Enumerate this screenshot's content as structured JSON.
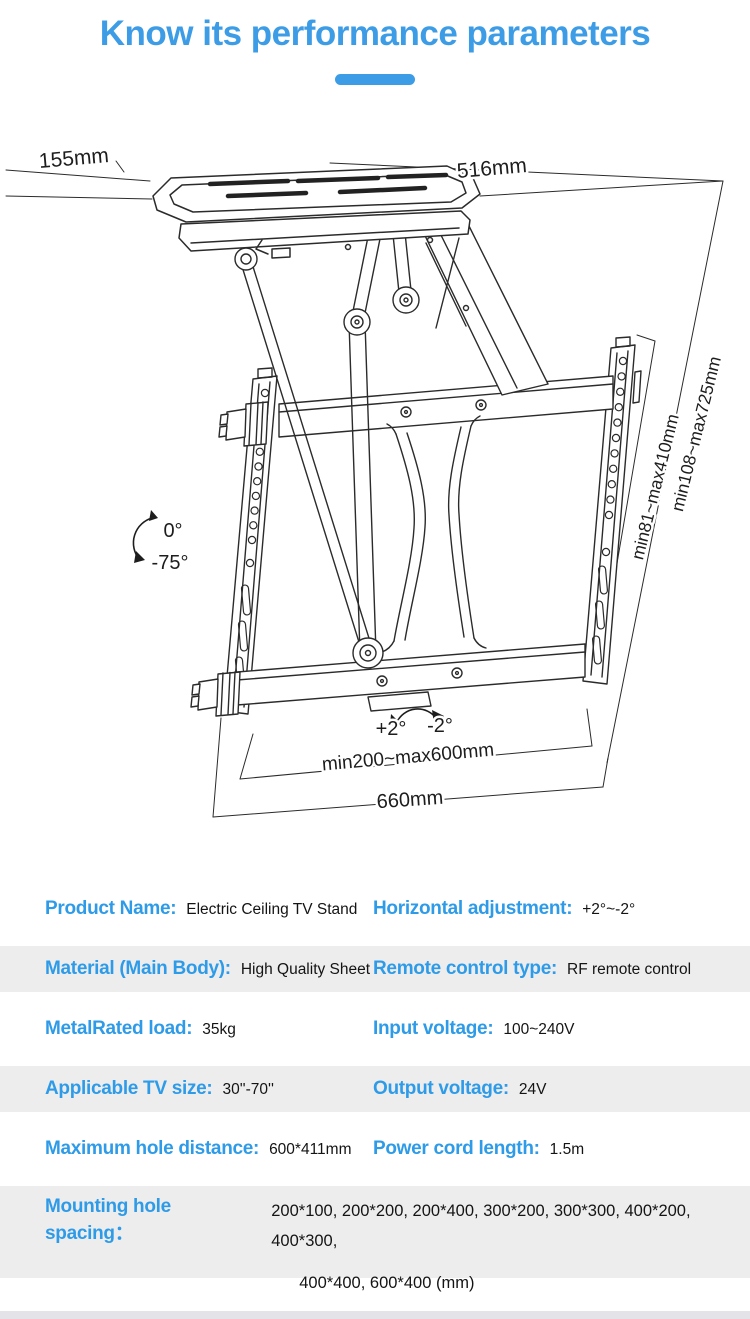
{
  "page": {
    "title": "Know its performance parameters",
    "accent_color": "#3d9ce6",
    "footer_bar_color": "#e3e3e8"
  },
  "diagram": {
    "dim_top_left": "155mm",
    "dim_top_right": "516mm",
    "tilt_upper": "0°",
    "tilt_lower": "-75°",
    "dim_bracket_height": "min81~max410mm",
    "dim_total_drop": "min108~max725mm",
    "swivel_plus": "+2°",
    "swivel_minus": "-2°",
    "dim_width_range": "min200~max600mm",
    "dim_total_width": "660mm"
  },
  "specs": {
    "rows": [
      {
        "label": "Product Name:",
        "value": "Electric Ceiling TV Stand",
        "label2": "Horizontal adjustment:",
        "value2": "+2°~-2°"
      },
      {
        "label": "Material (Main Body):",
        "value": "High Quality Sheet",
        "label2": "Remote control type:",
        "value2": "RF remote control"
      },
      {
        "label": "MetalRated load:",
        "value": "35kg",
        "label2": "Input voltage:",
        "value2": "100~240V"
      },
      {
        "label": "Applicable TV size:",
        "value": "30''-70''",
        "label2": "Output voltage:",
        "value2": "24V"
      },
      {
        "label": "Maximum hole distance:",
        "value": "600*411mm",
        "label2": "Power cord length:",
        "value2": "1.5m"
      },
      {
        "label": "Mounting hole spacing：",
        "value_line1": "200*100, 200*200, 200*400, 300*200, 300*300, 400*200, 400*300,",
        "value_line2": "400*400, 600*400 (mm)"
      }
    ]
  }
}
